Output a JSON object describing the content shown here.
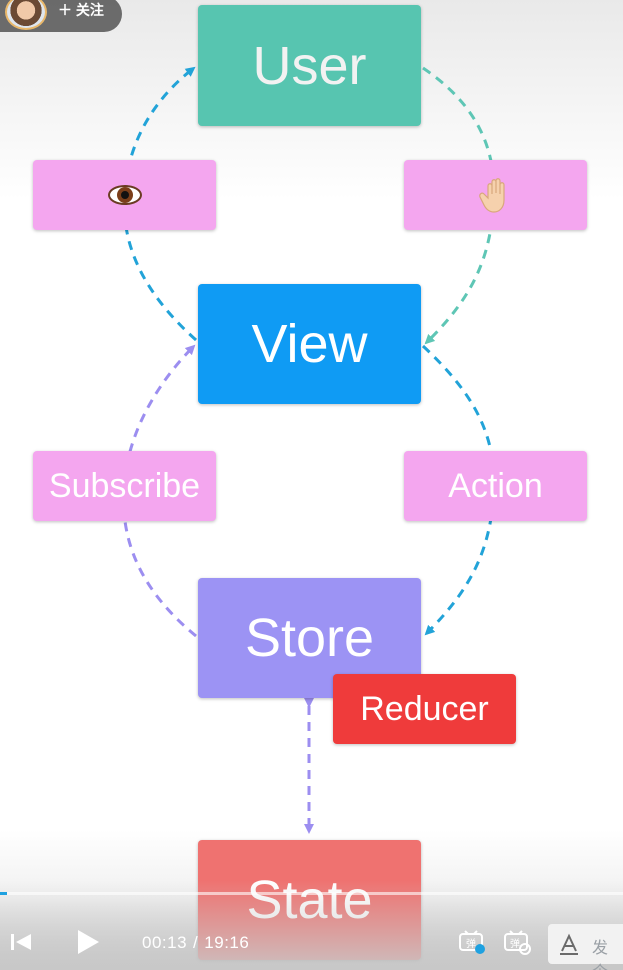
{
  "diagram": {
    "nodes": {
      "user": "User",
      "view": "View",
      "store": "Store",
      "state": "State"
    },
    "edge_labels": {
      "view_to_user": "eye-icon",
      "user_to_view": "raised-hand-icon",
      "store_to_view": "Subscribe",
      "view_to_store": "Action",
      "store_state": "Reducer"
    }
  },
  "player": {
    "current_time": "00:13",
    "separator": "/",
    "duration": "19:16",
    "progress_fraction": 0.011,
    "danmu_placeholder": "发个",
    "follow_label": "关注",
    "icons": [
      "skip-back-icon",
      "play-icon",
      "danmu-toggle-icon",
      "danmu-settings-icon",
      "text-style-icon"
    ]
  },
  "colors": {
    "user": "#57c5b0",
    "view": "#0f9bf4",
    "store": "#9c93f4",
    "state": "#ef7270",
    "label": "#f4a6ef",
    "reducer": "#ef3b3b",
    "arrow_teal": "#5ec6b5",
    "arrow_blue": "#22a3d8",
    "arrow_purple": "#9c8ef0"
  }
}
